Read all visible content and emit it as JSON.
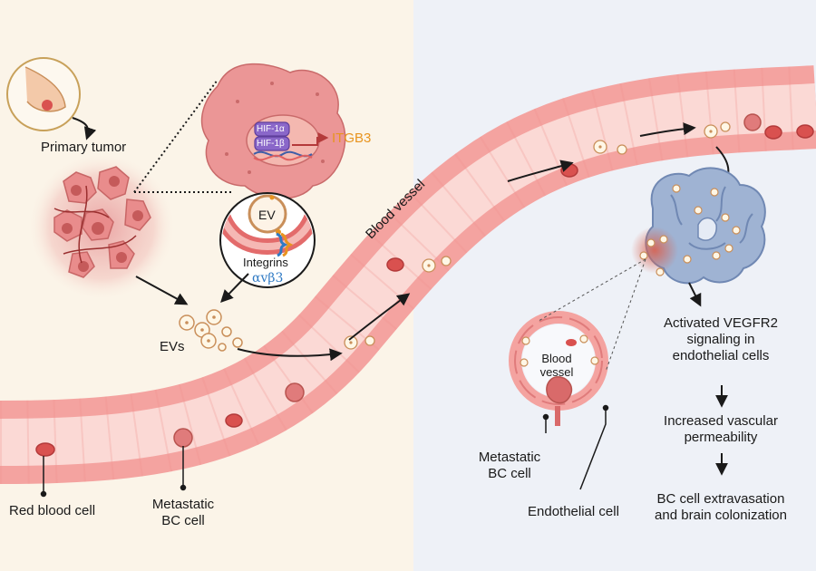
{
  "labels": {
    "primary_tumor": "Primary tumor",
    "itgb3": "ITGB3",
    "hif1a": "HIF-1α",
    "hif1b": "HIF-1β",
    "ev": "EV",
    "integrins": "Integrins",
    "alpha_v_beta_3": "αvβ3",
    "evs": "EVs",
    "blood_vessel_main": "Blood vessel",
    "red_blood_cell": "Red blood cell",
    "metastatic_bc_cell_left": "Metastatic\nBC cell",
    "blood_vessel_cross_section": "Blood\nvessel",
    "metastatic_bc_cell_right": "Metastatic\nBC cell",
    "endothelial_cell": "Endothelial cell"
  },
  "pathway_steps": [
    "Activated VEGFR2\nsignaling in\nendothelial cells",
    "Increased vascular\npermeability",
    "BC cell extravasation\nand brain colonization"
  ],
  "colors": {
    "left_panel_bg": "#fbf4e8",
    "right_panel_bg": "#eef1f7",
    "vessel_wall": "#f4a3a0",
    "vessel_lumen": "#fbd9d5",
    "tumor": "#e98c8c",
    "brain": "#9fb3d3",
    "itgb3_text": "#e8941f",
    "integrin_text": "#2f7ac4"
  }
}
